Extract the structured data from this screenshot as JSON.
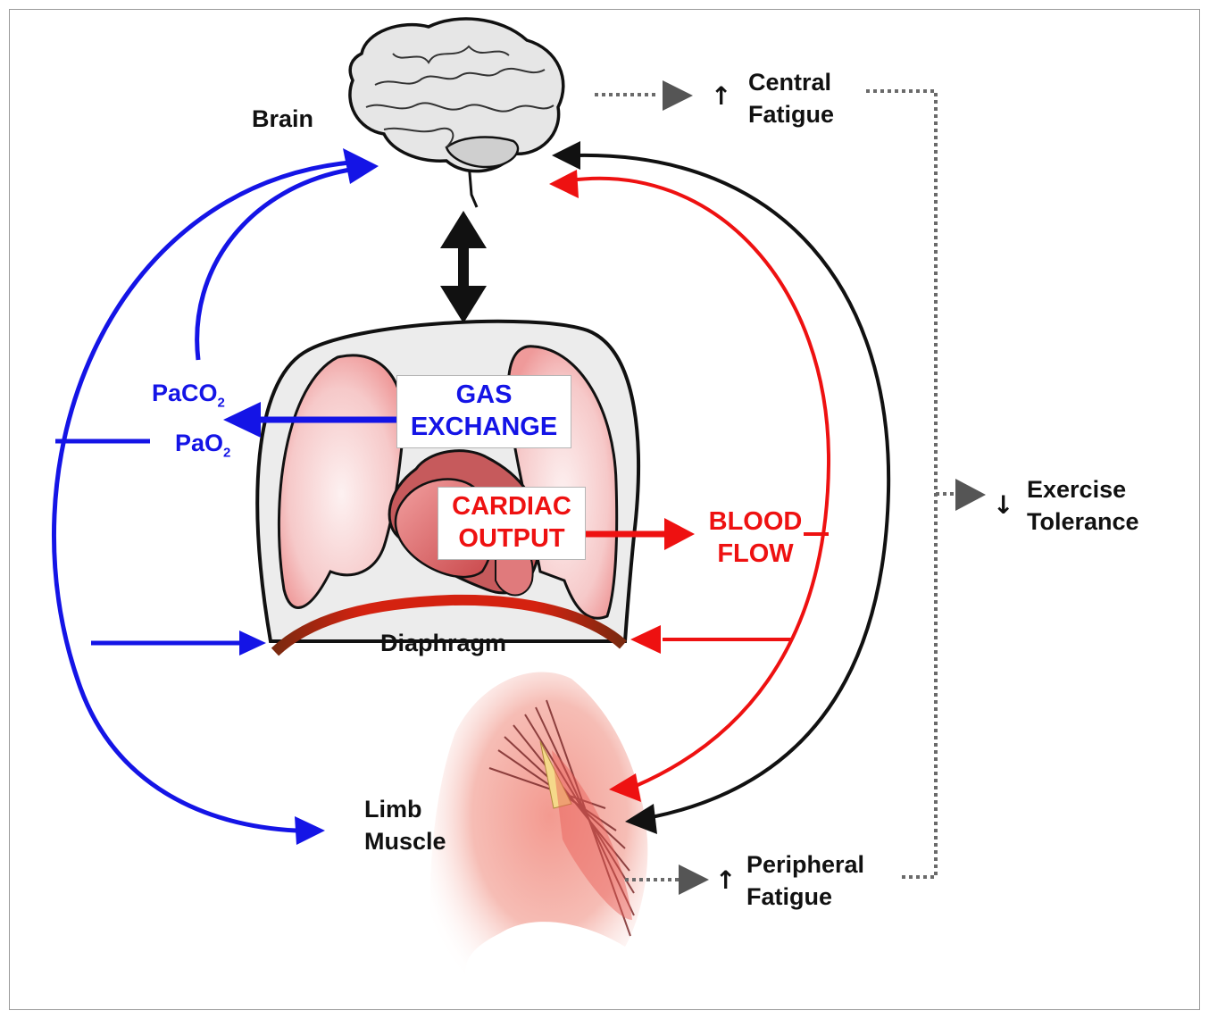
{
  "labels": {
    "brain": "Brain",
    "central_fatigue": [
      "Central",
      "Fatigue"
    ],
    "exercise_tolerance": [
      "Exercise",
      "Tolerance"
    ],
    "peripheral_fatigue": [
      "Peripheral",
      "Fatigue"
    ],
    "limb_muscle": [
      "Limb",
      "Muscle"
    ],
    "diaphragm": "Diaphragm",
    "paco2": "PaCO",
    "paco2_sub": "2",
    "pao2": "PaO",
    "pao2_sub": "2",
    "gas_exchange": [
      "GAS",
      "EXCHANGE"
    ],
    "cardiac_output": [
      "CARDIAC",
      "OUTPUT"
    ],
    "blood_flow": [
      "BLOOD",
      "FLOW"
    ],
    "up_arrow": "↑",
    "down_arrow": "↓"
  },
  "colors": {
    "blue": "#1414e6",
    "red": "#ee1111",
    "black": "#111111",
    "dotted_gray": "#6a6a6a",
    "diaphragm_band": "#c01b0b",
    "frame": "#9a9a9a"
  },
  "icons": [
    "brain-icon",
    "thorax-icon",
    "lung-icon",
    "heart-icon",
    "limb-muscle-icon"
  ]
}
